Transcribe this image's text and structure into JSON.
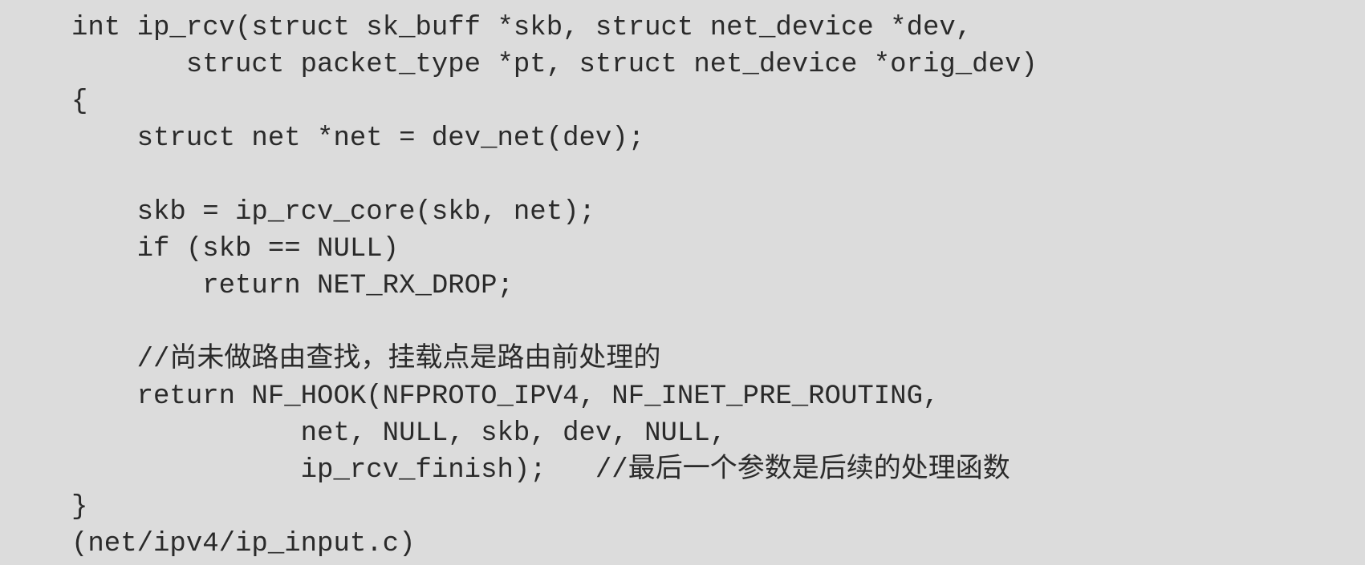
{
  "code": {
    "lines": [
      "int ip_rcv(struct sk_buff *skb, struct net_device *dev,",
      "       struct packet_type *pt, struct net_device *orig_dev)",
      "{",
      "    struct net *net = dev_net(dev);",
      "",
      "    skb = ip_rcv_core(skb, net);",
      "    if (skb == NULL)",
      "        return NET_RX_DROP;",
      "",
      "    //尚未做路由查找，挂载点是路由前处理的",
      "    return NF_HOOK(NFPROTO_IPV4, NF_INET_PRE_ROUTING,",
      "              net, NULL, skb, dev, NULL,",
      "              ip_rcv_finish);   //最后一个参数是后续的处理函数",
      "}"
    ],
    "source_file": "(net/ipv4/ip_input.c)"
  }
}
